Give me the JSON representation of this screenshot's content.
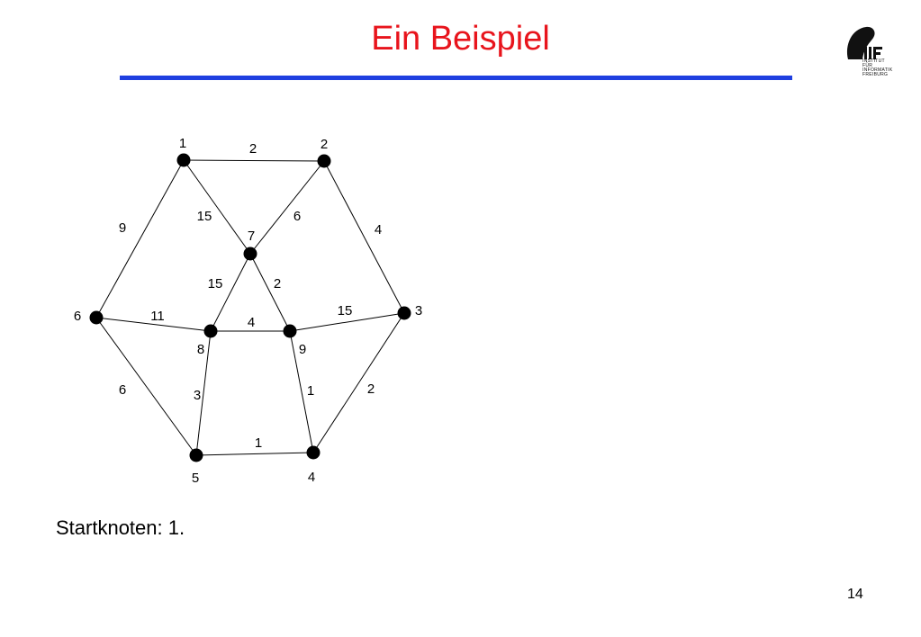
{
  "title": "Ein Beispiel",
  "colors": {
    "title": "#e8141c",
    "rule": "#1f3fe0"
  },
  "logo": {
    "mark": "IIF",
    "lines": [
      "INSTITUT FÜR",
      "INFORMATIK",
      "FREIBURG"
    ]
  },
  "graph": {
    "nodes": [
      {
        "id": "1",
        "label": "1"
      },
      {
        "id": "2",
        "label": "2"
      },
      {
        "id": "3",
        "label": "3"
      },
      {
        "id": "4",
        "label": "4"
      },
      {
        "id": "5",
        "label": "5"
      },
      {
        "id": "6",
        "label": "6"
      },
      {
        "id": "7",
        "label": "7"
      },
      {
        "id": "8",
        "label": "8"
      },
      {
        "id": "9",
        "label": "9"
      }
    ],
    "edges": [
      {
        "from": "1",
        "to": "2",
        "weight": "2"
      },
      {
        "from": "2",
        "to": "3",
        "weight": "4"
      },
      {
        "from": "3",
        "to": "4",
        "weight": "2"
      },
      {
        "from": "4",
        "to": "5",
        "weight": "1"
      },
      {
        "from": "5",
        "to": "6",
        "weight": "6"
      },
      {
        "from": "6",
        "to": "1",
        "weight": "9"
      },
      {
        "from": "1",
        "to": "7",
        "weight": "15"
      },
      {
        "from": "2",
        "to": "7",
        "weight": "6"
      },
      {
        "from": "7",
        "to": "8",
        "weight": "15"
      },
      {
        "from": "7",
        "to": "9",
        "weight": "2"
      },
      {
        "from": "6",
        "to": "8",
        "weight": "11"
      },
      {
        "from": "8",
        "to": "9",
        "weight": "4"
      },
      {
        "from": "9",
        "to": "3",
        "weight": "15"
      },
      {
        "from": "8",
        "to": "5",
        "weight": "3"
      },
      {
        "from": "9",
        "to": "4",
        "weight": "1"
      }
    ]
  },
  "caption": "Startknoten: 1.",
  "page_number": "14"
}
